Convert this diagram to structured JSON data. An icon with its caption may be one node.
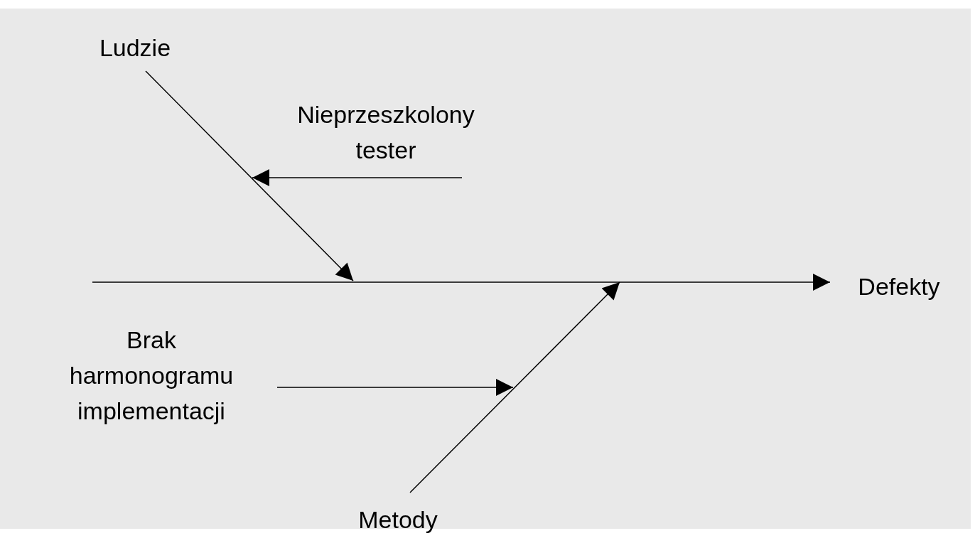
{
  "diagram": {
    "nodes": [
      {
        "text": [
          "Ludzie"
        ]
      },
      {
        "text": [
          "Nieprzeszkolony tester"
        ]
      },
      {
        "text": [
          "Defekty"
        ]
      },
      {
        "text": [
          "Brak harmonogramu implementacji"
        ]
      },
      {
        "text": [
          "Metody"
        ]
      }
    ],
    "edges": [
      {
        "from": null,
        "to": 2,
        "arrow": "to"
      },
      {
        "from": 0,
        "to": null,
        "arrow": "to"
      },
      {
        "from": 1,
        "to": null,
        "arrow": "to"
      },
      {
        "from": 4,
        "to": null,
        "arrow": "to"
      },
      {
        "from": 3,
        "to": null,
        "arrow": "to"
      }
    ]
  }
}
